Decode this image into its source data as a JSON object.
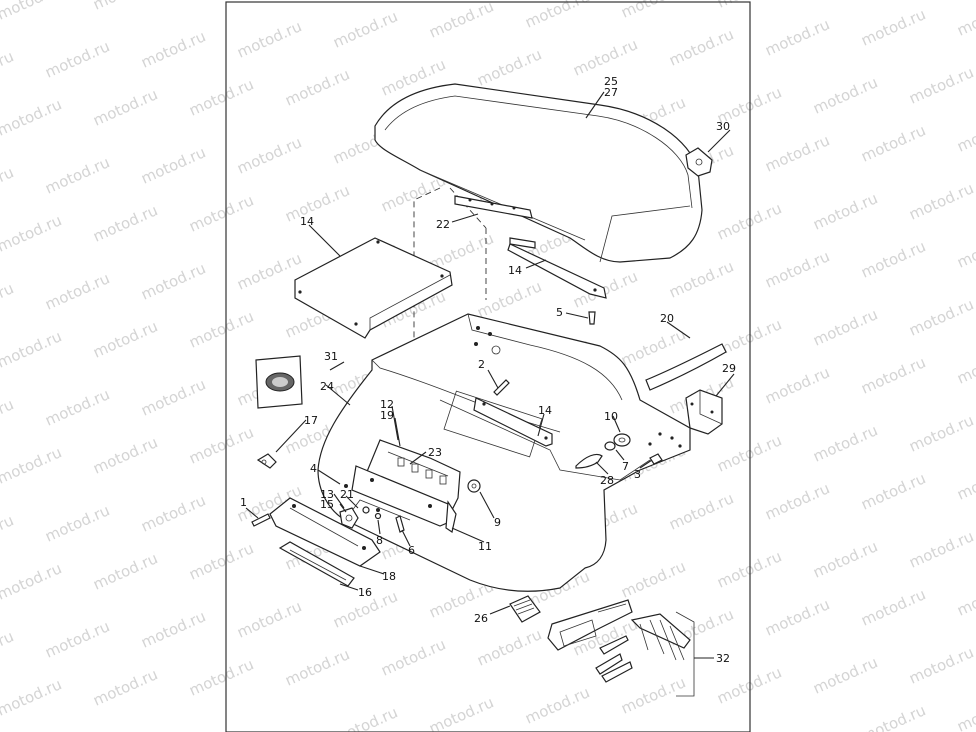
{
  "watermark": {
    "text": "motod.ru",
    "color": "#d4d4d4"
  },
  "frame": {
    "border_color": "#333333"
  },
  "callouts": {
    "c1": "1",
    "c2": "2",
    "c3": "3",
    "c4": "4",
    "c5": "5",
    "c6": "6",
    "c7": "7",
    "c8": "8",
    "c9": "9",
    "c10": "10",
    "c11": "11",
    "c12": "12",
    "c13": "13",
    "c14a": "14",
    "c14b": "14",
    "c14c": "14",
    "c15": "15",
    "c16": "16",
    "c17": "17",
    "c18": "18",
    "c19": "19",
    "c20": "20",
    "c21": "21",
    "c22": "22",
    "c23": "23",
    "c24": "24",
    "c25": "25",
    "c26": "26",
    "c27": "27",
    "c28": "28",
    "c29": "29",
    "c30": "30",
    "c31": "31",
    "c32": "32"
  }
}
